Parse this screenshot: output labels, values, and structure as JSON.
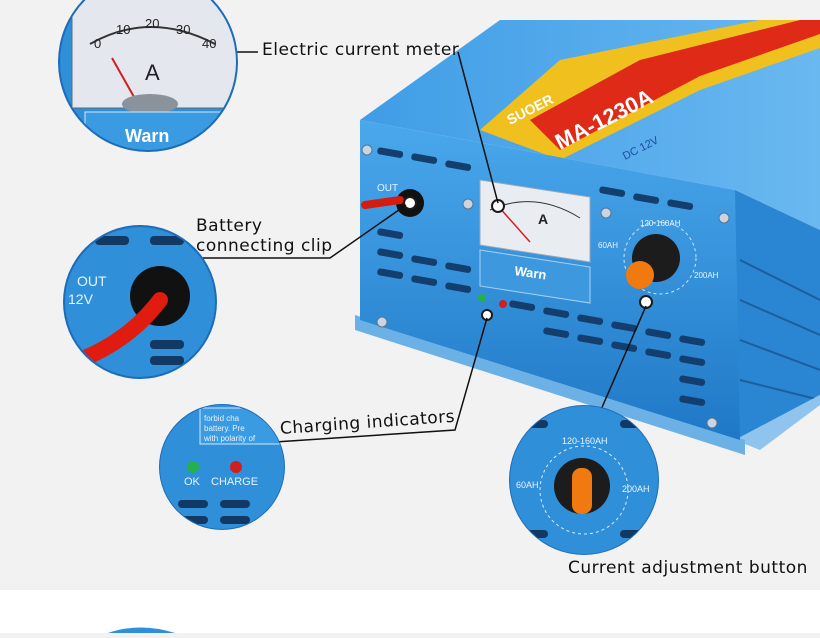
{
  "callouts": {
    "meter": "Electric  current  meter",
    "clip_line1": "Battery",
    "clip_line2": "connecting  clip",
    "indicators": "Charging  indicators",
    "button": "Current  adjustment  button"
  },
  "device": {
    "brand": "SUOER",
    "model": "MA-1230A",
    "voltage": "DC 12V",
    "warn": "Warn",
    "out": "OUT",
    "out_voltage": "12V",
    "ok": "OK",
    "charge": "CHARGE",
    "scale_low": "60AH",
    "scale_mid": "120-160AH",
    "scale_high": "200AH",
    "meter_unit": "A",
    "meter_ticks": [
      "0",
      "10",
      "20",
      "30",
      "40"
    ],
    "warn_text_1": "forbid cha",
    "warn_text_2": "battery.  Pre",
    "warn_text_3": "with  polarity of"
  },
  "colors": {
    "body_blue": "#2f8fd8",
    "dark_blue": "#1d5fa3",
    "knob_orange": "#f07a10",
    "clip_red": "#e01b10",
    "led_green": "#22b14c",
    "led_red": "#d11f1f"
  }
}
